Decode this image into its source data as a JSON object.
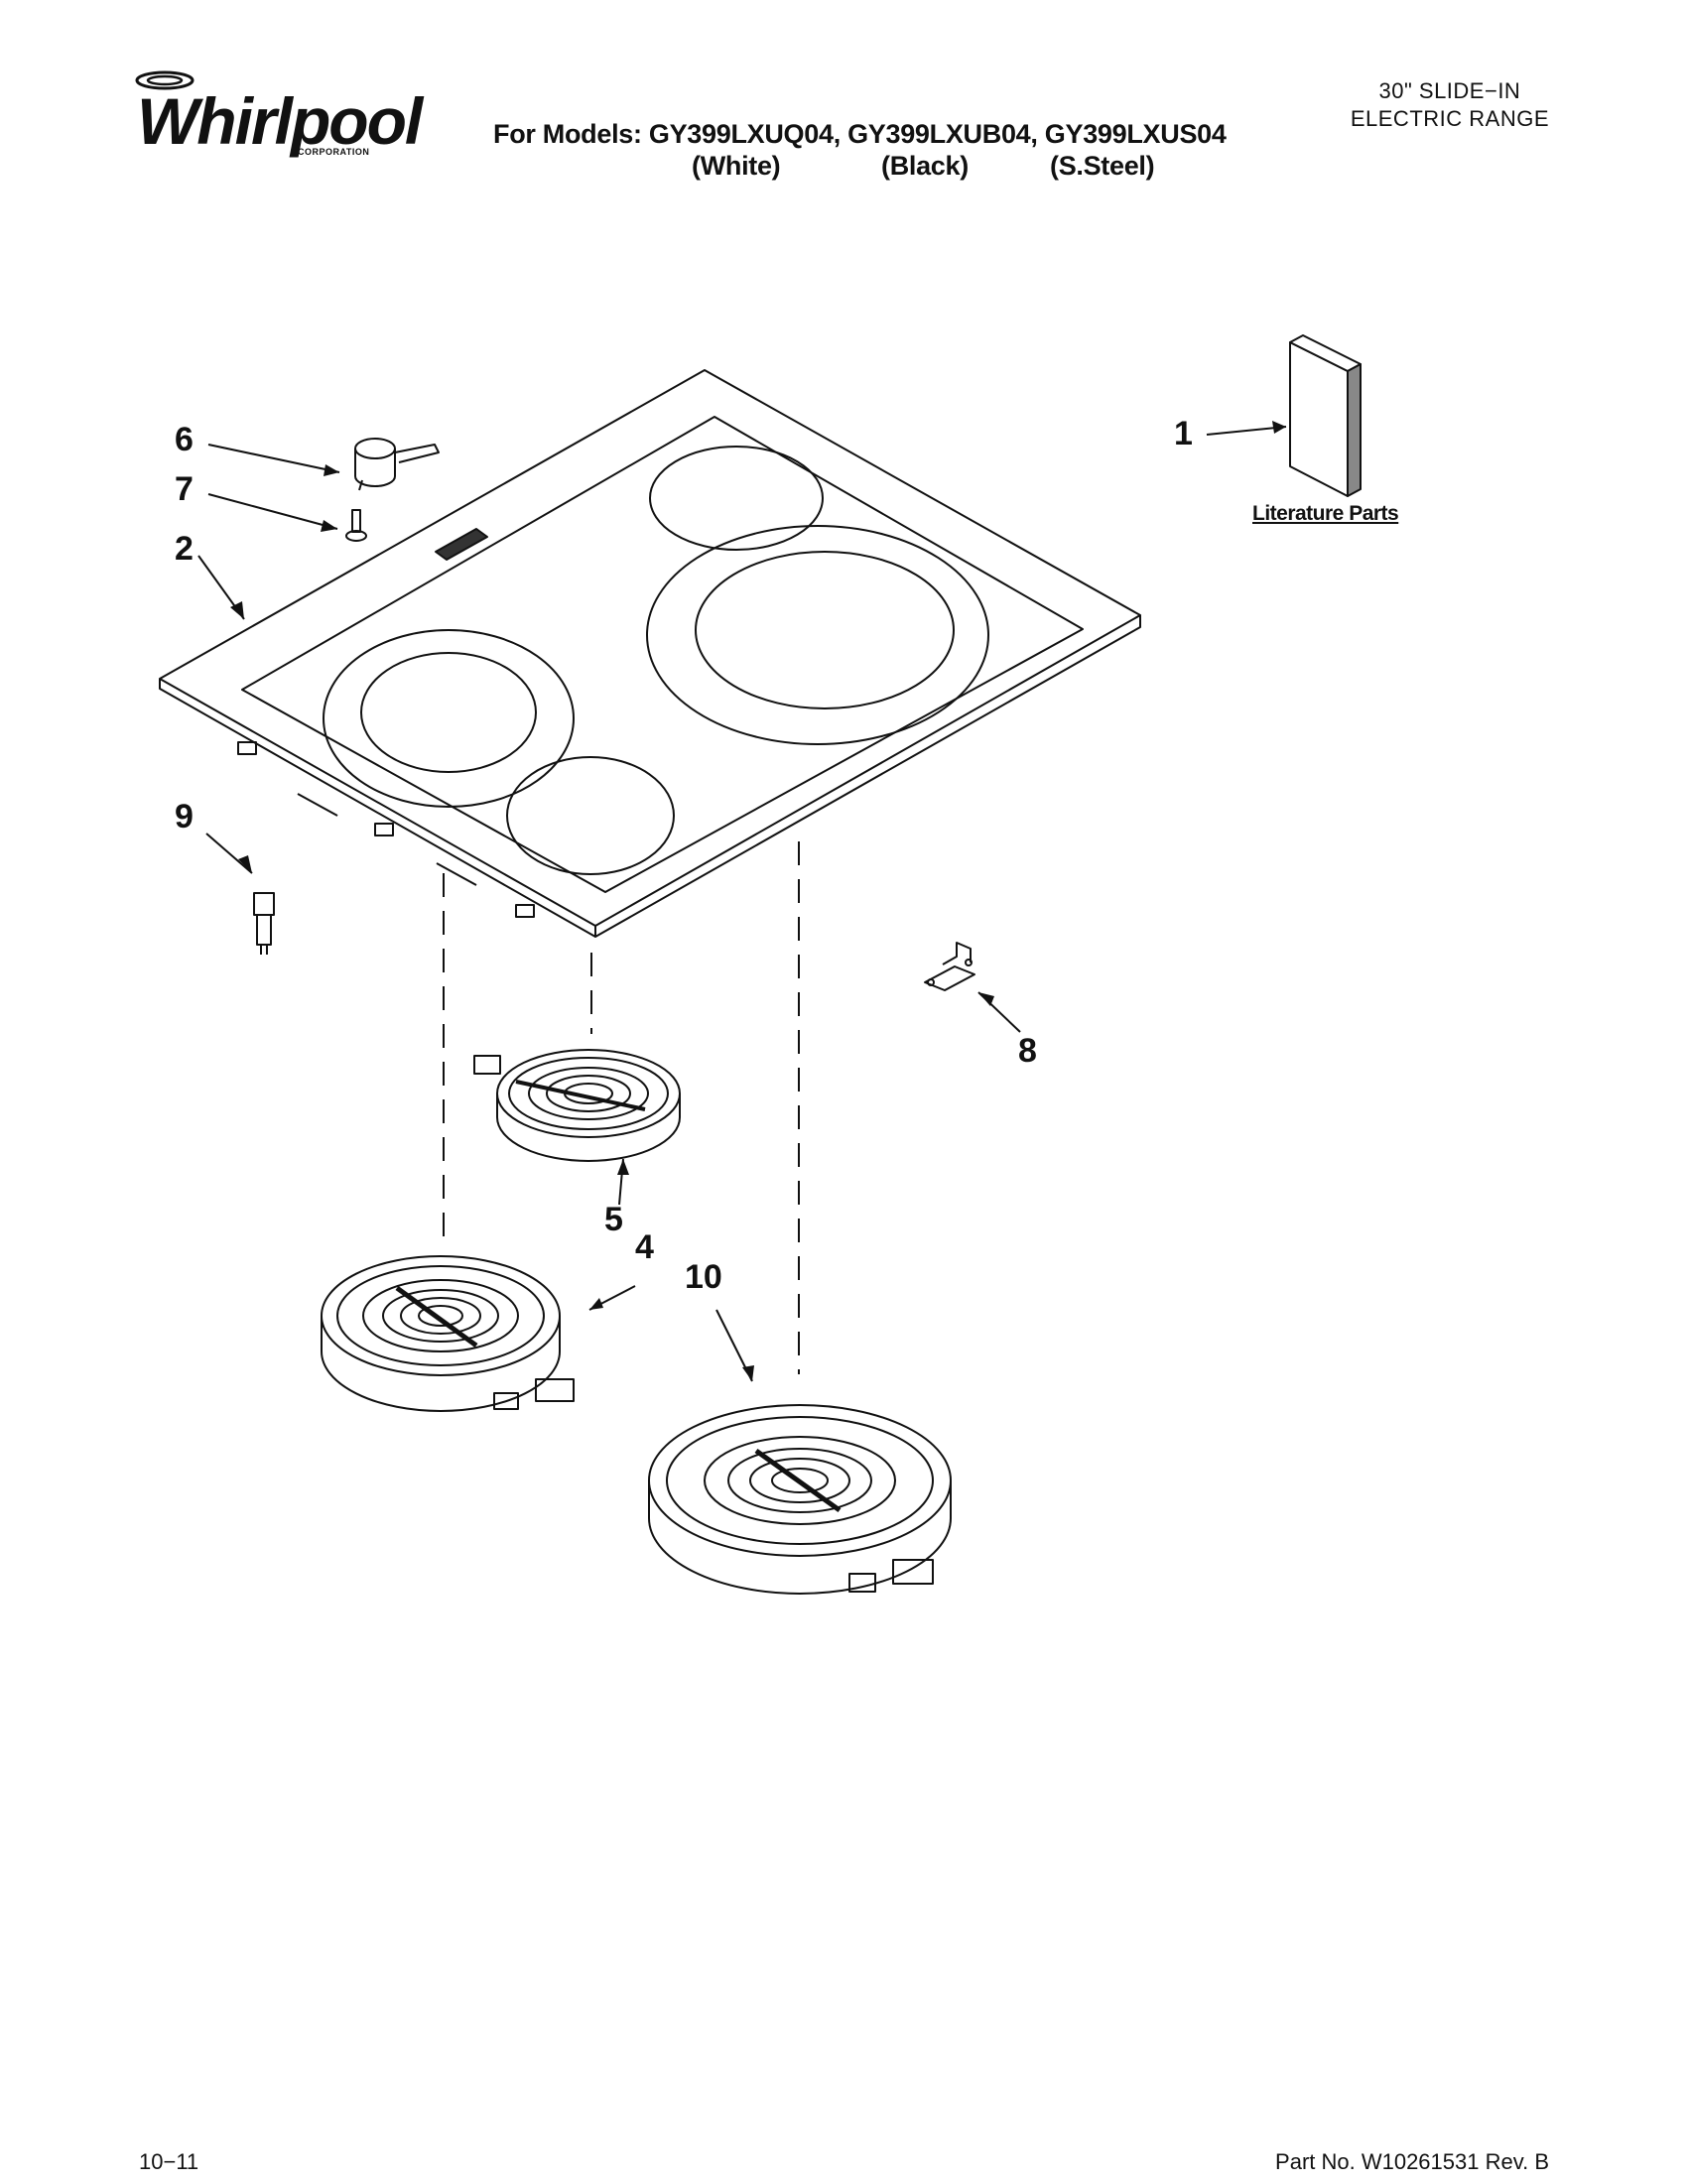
{
  "header": {
    "brand": "Whirlpool",
    "brand_sub": "CORPORATION",
    "models_line": "For Models: GY399LXUQ04, GY399LXUB04, GY399LXUS04",
    "finishes": [
      "(White)",
      "(Black)",
      "(S.Steel)"
    ],
    "title_line1": "30\" SLIDE−IN",
    "title_line2": "ELECTRIC RANGE"
  },
  "callouts": [
    "1",
    "2",
    "4",
    "5",
    "6",
    "7",
    "8",
    "9",
    "10"
  ],
  "literature_label": "Literature Parts",
  "footer": {
    "date": "10−11",
    "part_no": "Part No. W10261531 Rev. B"
  },
  "colors": {
    "ink": "#111111",
    "paper": "#ffffff"
  }
}
